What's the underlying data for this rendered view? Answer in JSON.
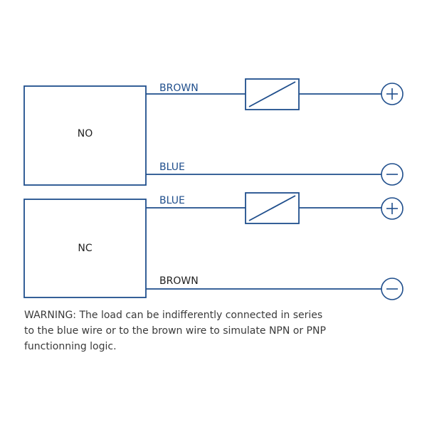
{
  "colors": {
    "wire": "#1f4e8c",
    "text": "#222222"
  },
  "no_circuit": {
    "box_label": "NO",
    "top_wire_label": "BROWN",
    "bottom_wire_label": "BLUE",
    "top_terminal": "plus-icon",
    "bottom_terminal": "minus-icon"
  },
  "nc_circuit": {
    "box_label": "NC",
    "top_wire_label": "BLUE",
    "bottom_wire_label": "BROWN",
    "top_terminal": "plus-icon",
    "bottom_terminal": "minus-icon"
  },
  "warning": {
    "line1": "WARNING: The load can be indifferently connected in series",
    "line2": "to the blue wire or to the brown wire to simulate NPN or PNP",
    "line3": "functionning logic."
  }
}
